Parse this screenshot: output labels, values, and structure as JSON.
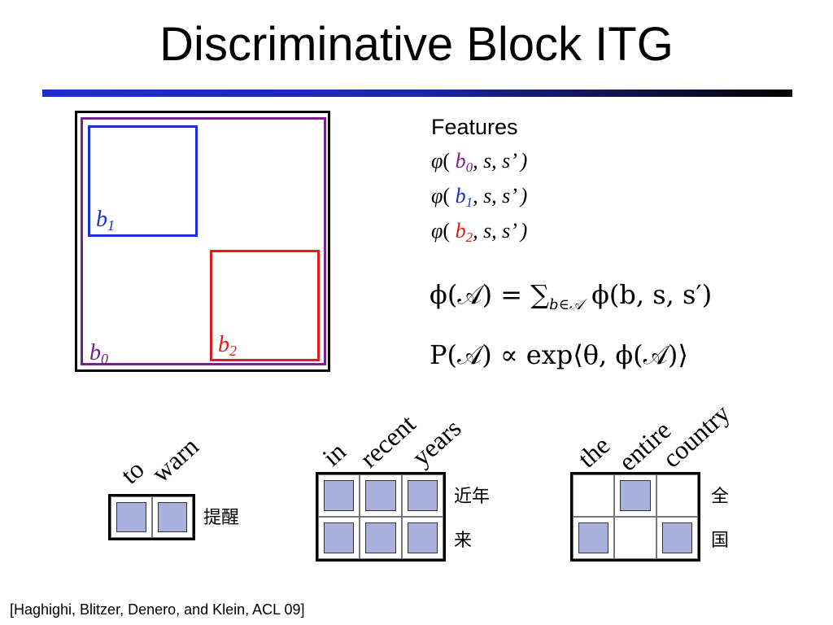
{
  "title": "Discriminative Block ITG",
  "colors": {
    "b0": "#7a1f8f",
    "b1": "#1a2fd6",
    "b2": "#e01b1b",
    "cell_fill": "#aab0de",
    "rule": "#1e2fd0"
  },
  "blocks": {
    "b0": {
      "base": "b",
      "sub": "0"
    },
    "b1": {
      "base": "b",
      "sub": "1"
    },
    "b2": {
      "base": "b",
      "sub": "2"
    }
  },
  "features": {
    "heading": "Features",
    "phi": "φ",
    "open": "( ",
    "args": ", s, s’ )",
    "lines": [
      {
        "base": "b",
        "sub": "0"
      },
      {
        "base": "b",
        "sub": "1"
      },
      {
        "base": "b",
        "sub": "2"
      }
    ]
  },
  "formulas": {
    "phi_sum": "ϕ(𝒜) = ∑",
    "phi_sum_sub": "b∈𝒜",
    "phi_sum_rhs": " ϕ(b, s, s′)",
    "prob": "P(𝒜) ∝ exp⟨θ, ϕ(𝒜)⟩"
  },
  "examples": [
    {
      "words": [
        "to",
        "warn"
      ],
      "chinese": [
        "提醒"
      ],
      "rows": 1,
      "cols": 2,
      "filled": [
        [
          true,
          true
        ]
      ]
    },
    {
      "words": [
        "in",
        "recent",
        "years"
      ],
      "chinese": [
        "近年",
        "来"
      ],
      "rows": 2,
      "cols": 3,
      "filled": [
        [
          true,
          true,
          true
        ],
        [
          true,
          true,
          true
        ]
      ]
    },
    {
      "words": [
        "the",
        "entire",
        "country"
      ],
      "chinese": [
        "全",
        "国"
      ],
      "rows": 2,
      "cols": 3,
      "filled": [
        [
          false,
          true,
          false
        ],
        [
          true,
          false,
          true
        ]
      ]
    }
  ],
  "citation": "[Haghighi, Blitzer, Denero, and Klein, ACL 09]"
}
